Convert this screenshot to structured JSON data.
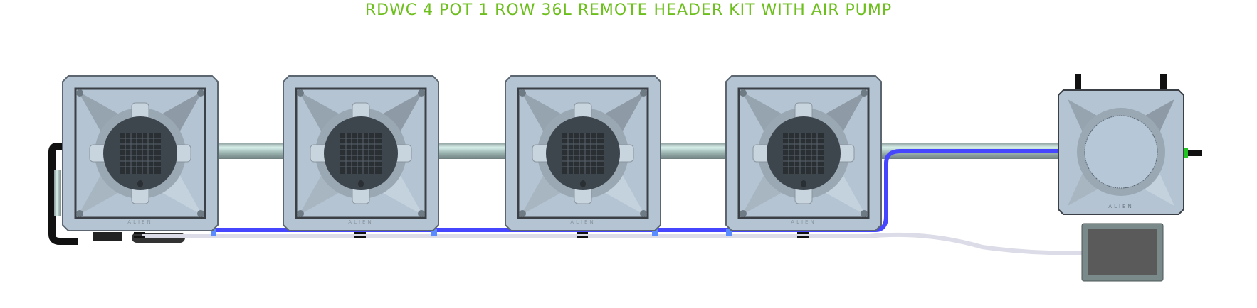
{
  "title": "RDWC 4 POT 1 ROW 36L REMOTE HEADER KIT WITH AIR PUMP",
  "brand_logo": "ALIEN",
  "pots": [
    {
      "name": "pot-1"
    },
    {
      "name": "pot-2"
    },
    {
      "name": "pot-3"
    },
    {
      "name": "pot-4"
    }
  ],
  "colors": {
    "title": "#6cbf1c",
    "pot_body": "#b4c4d2",
    "pot_net": "#3e464d",
    "return_line": "#4646ff",
    "air_line": "#dcdce8",
    "pump": "#5a5a5a"
  }
}
